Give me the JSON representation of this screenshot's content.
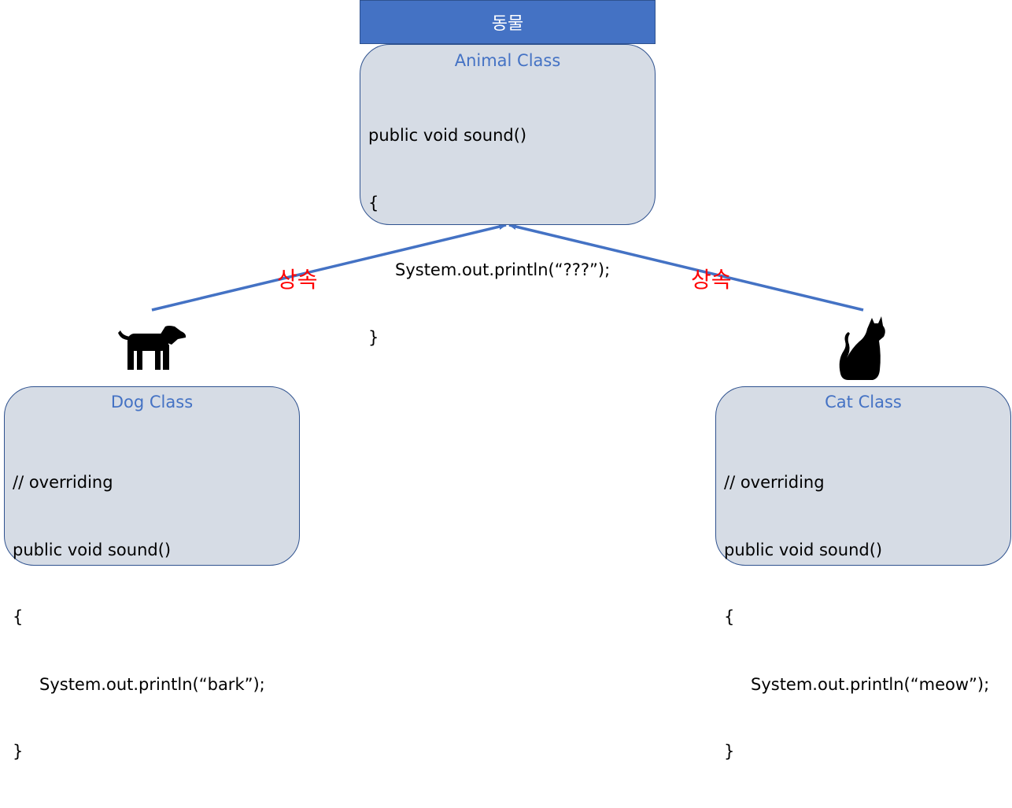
{
  "header": {
    "label": "동물"
  },
  "animal": {
    "title": "Animal Class",
    "code": [
      "public void sound()",
      "{",
      "System.out.println(“???”);",
      "}"
    ]
  },
  "dog": {
    "title": "Dog Class",
    "code": [
      "// overriding",
      "public void sound()",
      "{",
      "System.out.println(“bark”);",
      "}"
    ]
  },
  "cat": {
    "title": "Cat Class",
    "code": [
      "// overriding",
      "public void sound()",
      "{",
      "System.out.println(“meow”);",
      "}"
    ]
  },
  "edges": {
    "left_label": "상속",
    "right_label": "상속",
    "color": "#4472c4",
    "label_color": "#ff0000"
  },
  "icons": {
    "dog": "dog-icon",
    "cat": "cat-icon"
  }
}
